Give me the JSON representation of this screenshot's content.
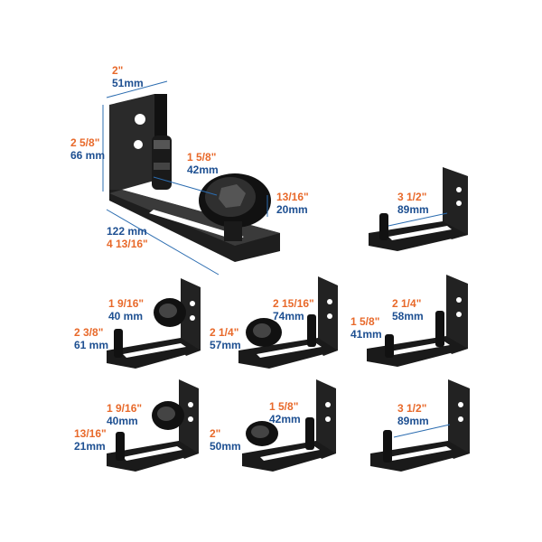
{
  "colors": {
    "inch": "#e8692a",
    "metric": "#1d4f91",
    "hardware": "#1c1c1c"
  },
  "main_product": {
    "width_in": "2\"",
    "width_mm": "51mm",
    "height_in": "2 5/8\"",
    "height_mm": "66 mm",
    "roller_in": "1 5/8\"",
    "roller_mm": "42mm",
    "roller_h_in": "13/16\"",
    "roller_h_mm": "20mm",
    "length_mm": "122 mm",
    "length_in": "4 13/16\""
  },
  "variants": [
    {
      "id": "v1",
      "in": "3 1/2\"",
      "mm": "89mm"
    },
    {
      "id": "v2",
      "in1": "1 9/16\"",
      "mm1": "40 mm",
      "in2": "2 3/8\"",
      "mm2": "61 mm"
    },
    {
      "id": "v3",
      "in1": "2 15/16\"",
      "mm1": "74mm",
      "in2": "2 1/4\"",
      "mm2": "57mm"
    },
    {
      "id": "v4",
      "in1": "2 1/4\"",
      "mm1": "58mm",
      "in2": "1 5/8\"",
      "mm2": "41mm"
    },
    {
      "id": "v5",
      "in1": "1 9/16\"",
      "mm1": "40mm",
      "in2": "13/16\"",
      "mm2": "21mm"
    },
    {
      "id": "v6",
      "in1": "1 5/8\"",
      "mm1": "42mm",
      "in2": "2\"",
      "mm2": "50mm"
    },
    {
      "id": "v7",
      "in": "3 1/2\"",
      "mm": "89mm"
    }
  ]
}
